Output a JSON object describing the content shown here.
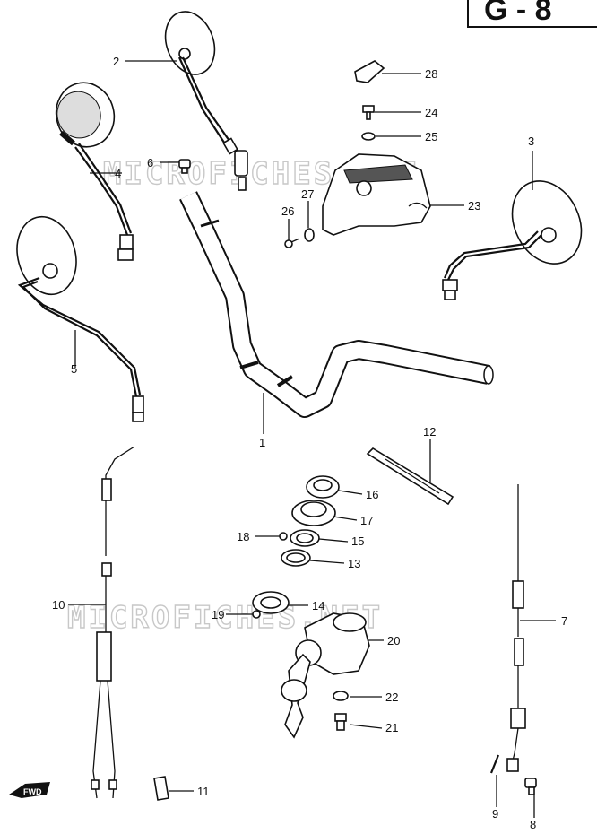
{
  "diagram": {
    "section_tag": "G - 8",
    "watermark": "MICROFICHES.NET",
    "fwd_label": "FWD",
    "callouts": [
      "1",
      "2",
      "3",
      "4",
      "5",
      "6",
      "7",
      "8",
      "9",
      "10",
      "11",
      "12",
      "13",
      "14",
      "15",
      "16",
      "17",
      "18",
      "19",
      "20",
      "21",
      "22",
      "23",
      "24",
      "25",
      "26",
      "27",
      "28"
    ]
  }
}
